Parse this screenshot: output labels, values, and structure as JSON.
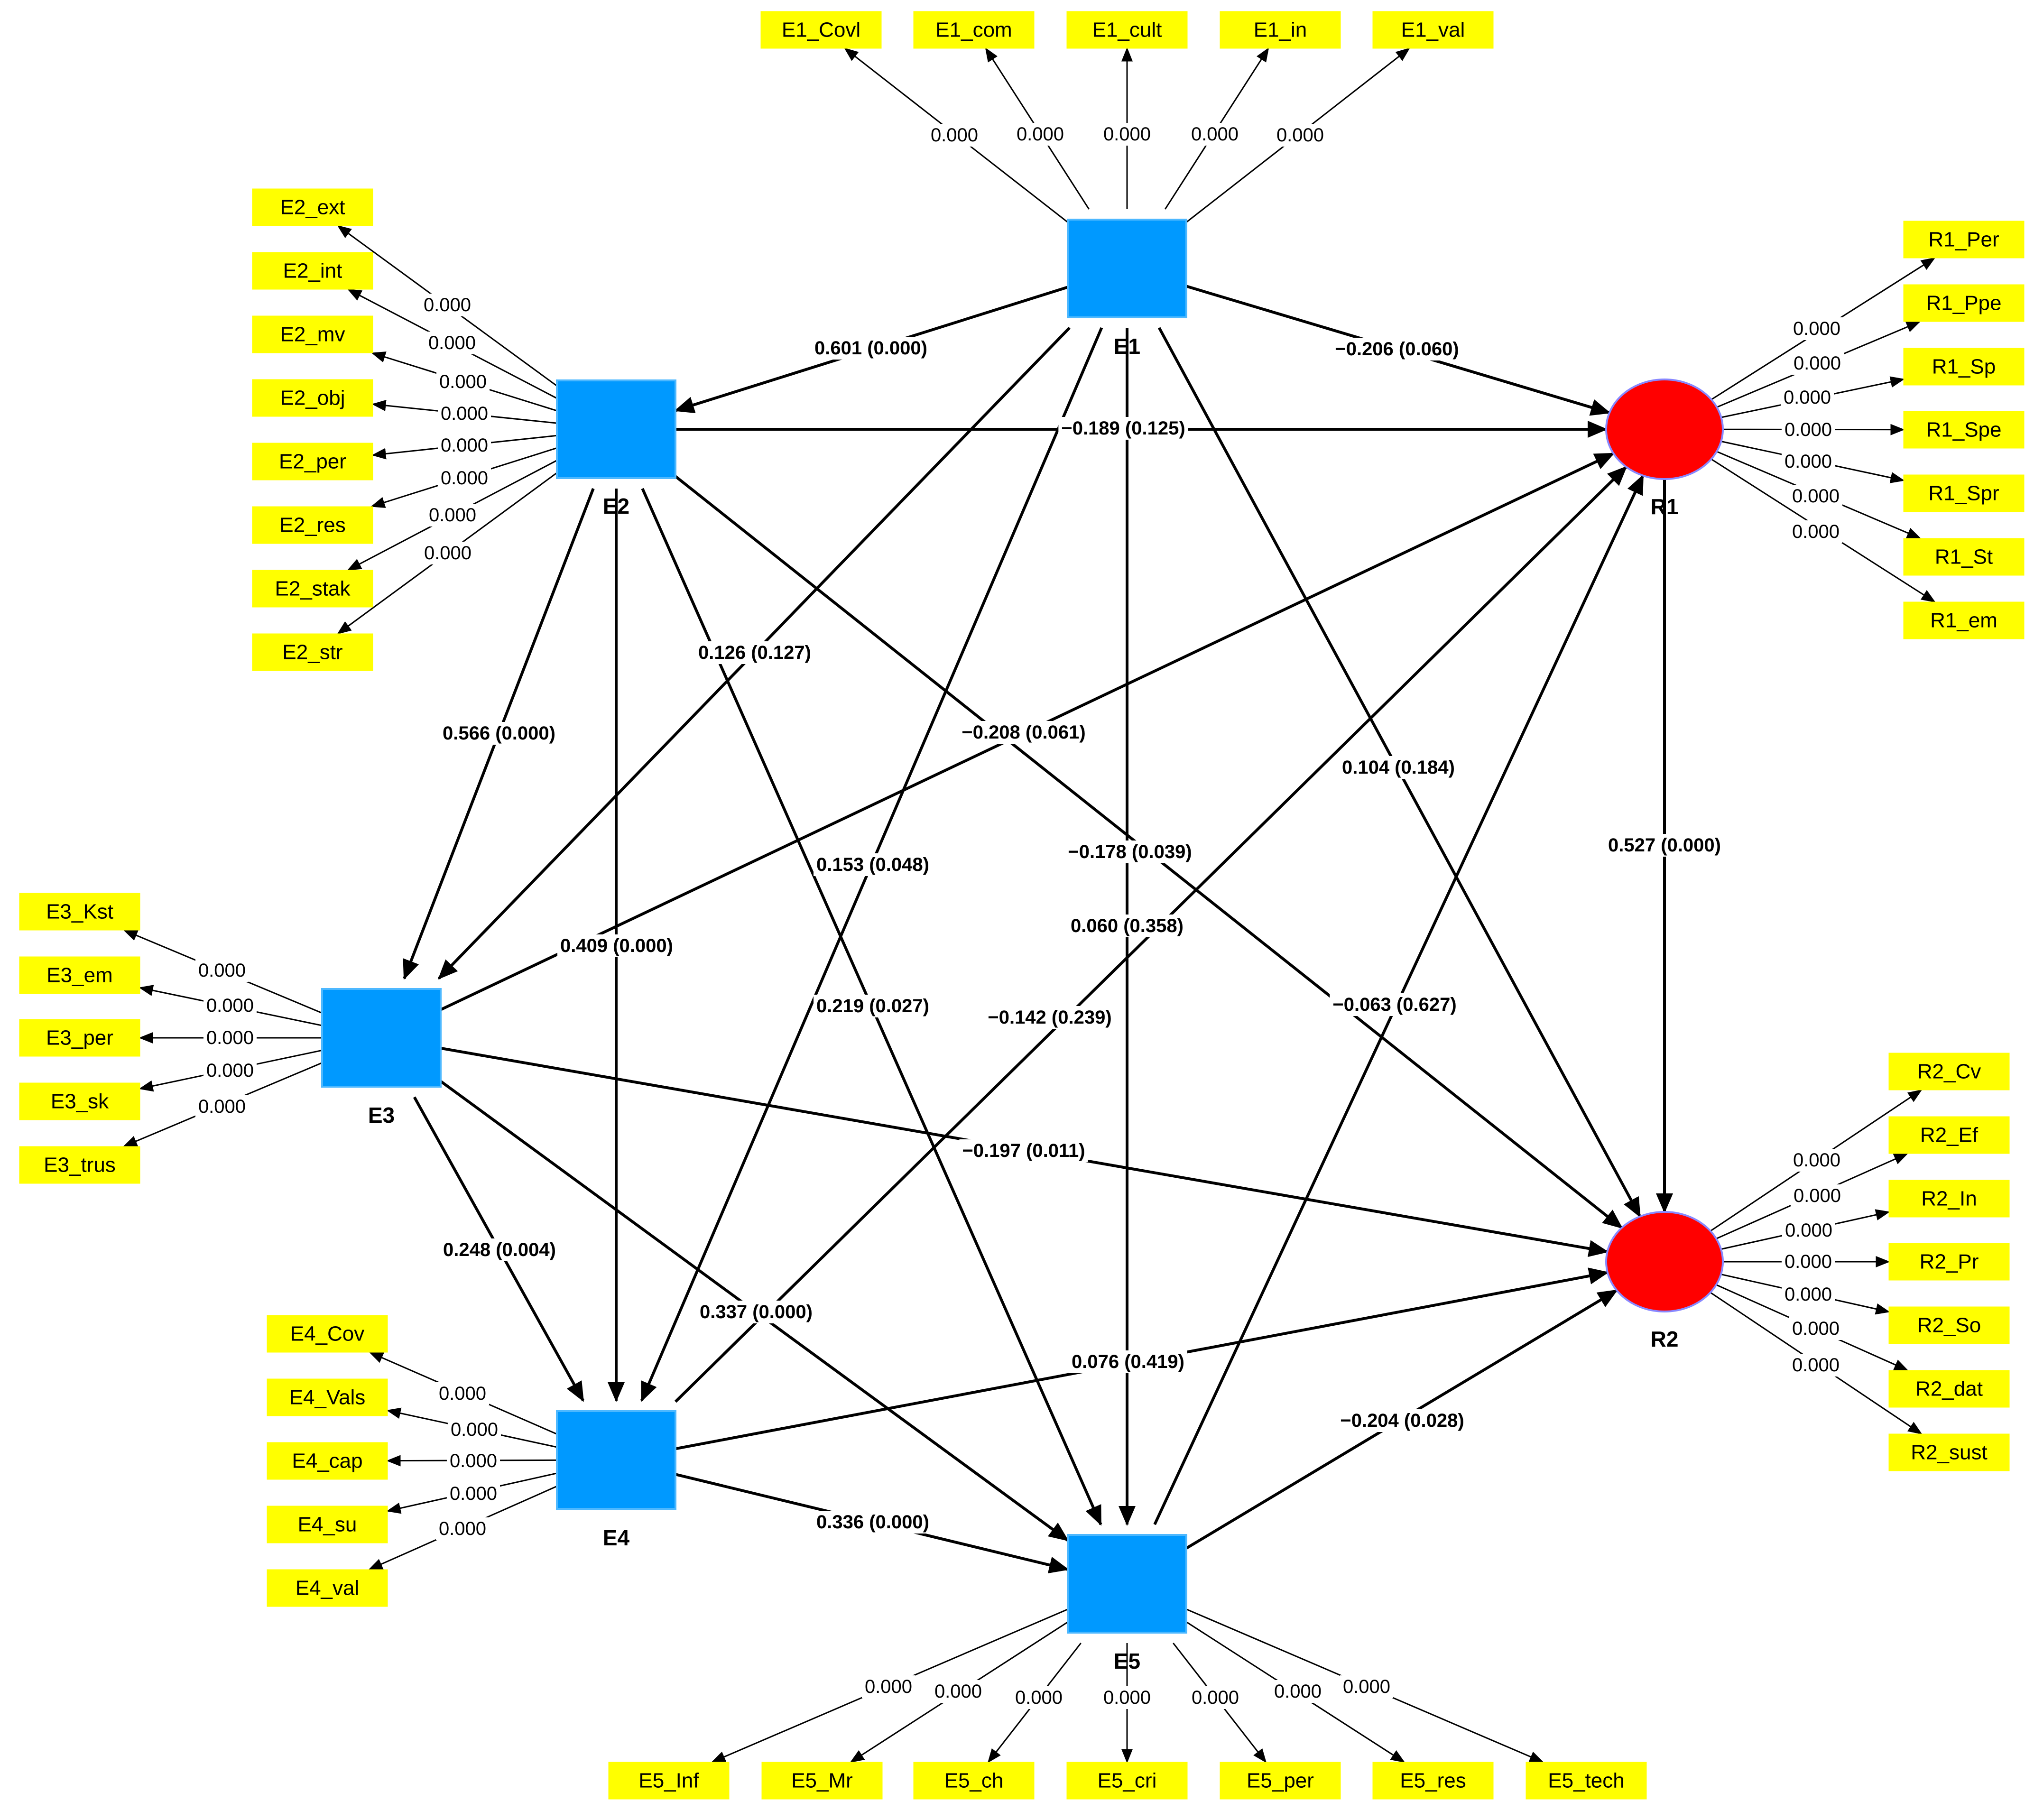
{
  "colors": {
    "exogenous_construct": "#0099ff",
    "endogenous_construct": "#ff0000",
    "indicator": "#ffff00",
    "lines": "#000000"
  },
  "constructs": {
    "E1": {
      "label": "E1",
      "shape": "square"
    },
    "E2": {
      "label": "E2",
      "shape": "square"
    },
    "E3": {
      "label": "E3",
      "shape": "square"
    },
    "E4": {
      "label": "E4",
      "shape": "square"
    },
    "E5": {
      "label": "E5",
      "shape": "square"
    },
    "R1": {
      "label": "R1",
      "shape": "circle"
    },
    "R2": {
      "label": "R2",
      "shape": "circle"
    }
  },
  "indicators": {
    "E1": [
      {
        "label": "E1_Covl",
        "loading": "0.000"
      },
      {
        "label": "E1_com",
        "loading": "0.000"
      },
      {
        "label": "E1_cult",
        "loading": "0.000"
      },
      {
        "label": "E1_in",
        "loading": "0.000"
      },
      {
        "label": "E1_val",
        "loading": "0.000"
      }
    ],
    "E2": [
      {
        "label": "E2_ext",
        "loading": "0.000"
      },
      {
        "label": "E2_int",
        "loading": "0.000"
      },
      {
        "label": "E2_mv",
        "loading": "0.000"
      },
      {
        "label": "E2_obj",
        "loading": "0.000"
      },
      {
        "label": "E2_per",
        "loading": "0.000"
      },
      {
        "label": "E2_res",
        "loading": "0.000"
      },
      {
        "label": "E2_stak",
        "loading": "0.000"
      },
      {
        "label": "E2_str",
        "loading": "0.000"
      }
    ],
    "E3": [
      {
        "label": "E3_Kst",
        "loading": "0.000"
      },
      {
        "label": "E3_em",
        "loading": "0.000"
      },
      {
        "label": "E3_per",
        "loading": "0.000"
      },
      {
        "label": "E3_sk",
        "loading": "0.000"
      },
      {
        "label": "E3_trus",
        "loading": "0.000"
      }
    ],
    "E4": [
      {
        "label": "E4_Cov",
        "loading": "0.000"
      },
      {
        "label": "E4_Vals",
        "loading": "0.000"
      },
      {
        "label": "E4_cap",
        "loading": "0.000"
      },
      {
        "label": "E4_su",
        "loading": "0.000"
      },
      {
        "label": "E4_val",
        "loading": "0.000"
      }
    ],
    "E5": [
      {
        "label": "E5_Inf",
        "loading": "0.000"
      },
      {
        "label": "E5_Mr",
        "loading": "0.000"
      },
      {
        "label": "E5_ch",
        "loading": "0.000"
      },
      {
        "label": "E5_cri",
        "loading": "0.000"
      },
      {
        "label": "E5_per",
        "loading": "0.000"
      },
      {
        "label": "E5_res",
        "loading": "0.000"
      },
      {
        "label": "E5_tech",
        "loading": "0.000"
      }
    ],
    "R1": [
      {
        "label": "R1_Per",
        "loading": "0.000"
      },
      {
        "label": "R1_Ppe",
        "loading": "0.000"
      },
      {
        "label": "R1_Sp",
        "loading": "0.000"
      },
      {
        "label": "R1_Spe",
        "loading": "0.000"
      },
      {
        "label": "R1_Spr",
        "loading": "0.000"
      },
      {
        "label": "R1_St",
        "loading": "0.000"
      },
      {
        "label": "R1_em",
        "loading": "0.000"
      }
    ],
    "R2": [
      {
        "label": "R2_Cv",
        "loading": "0.000"
      },
      {
        "label": "R2_Ef",
        "loading": "0.000"
      },
      {
        "label": "R2_In",
        "loading": "0.000"
      },
      {
        "label": "R2_Pr",
        "loading": "0.000"
      },
      {
        "label": "R2_So",
        "loading": "0.000"
      },
      {
        "label": "R2_dat",
        "loading": "0.000"
      },
      {
        "label": "R2_sust",
        "loading": "0.000"
      }
    ]
  },
  "paths": [
    {
      "from": "E1",
      "to": "E2",
      "label": "0.601 (0.000)"
    },
    {
      "from": "E1",
      "to": "R1",
      "label": "−0.206 (0.060)"
    },
    {
      "from": "E2",
      "to": "R1",
      "label": "−0.189 (0.125)"
    },
    {
      "from": "E1",
      "to": "E3",
      "label": "0.126 (0.127)"
    },
    {
      "from": "E2",
      "to": "E3",
      "label": "0.566 (0.000)"
    },
    {
      "from": "E3",
      "to": "R1",
      "label": "−0.208 (0.061)"
    },
    {
      "from": "E1",
      "to": "R2",
      "label": "0.104 (0.184)"
    },
    {
      "from": "R1",
      "to": "R2",
      "label": "0.527 (0.000)"
    },
    {
      "from": "E1",
      "to": "E4",
      "label": "0.153 (0.048)"
    },
    {
      "from": "E1",
      "to": "E5",
      "label": "−0.178 (0.039)"
    },
    {
      "from": "E4",
      "to": "R1",
      "label": "0.060 (0.358)"
    },
    {
      "from": "E2",
      "to": "E4",
      "label": "0.409 (0.000)"
    },
    {
      "from": "E2",
      "to": "E5",
      "label": "0.219 (0.027)"
    },
    {
      "from": "E5",
      "to": "R1",
      "label": "−0.142 (0.239)"
    },
    {
      "from": "E2",
      "to": "R2",
      "label": "−0.063 (0.627)"
    },
    {
      "from": "E3",
      "to": "R2",
      "label": "−0.197 (0.011)"
    },
    {
      "from": "E3",
      "to": "E4",
      "label": "0.248 (0.004)"
    },
    {
      "from": "E3",
      "to": "E5",
      "label": "0.337 (0.000)"
    },
    {
      "from": "E4",
      "to": "R2",
      "label": "0.076 (0.419)"
    },
    {
      "from": "E5",
      "to": "R2",
      "label": "−0.204 (0.028)"
    },
    {
      "from": "E4",
      "to": "E5",
      "label": "0.336 (0.000)"
    }
  ]
}
